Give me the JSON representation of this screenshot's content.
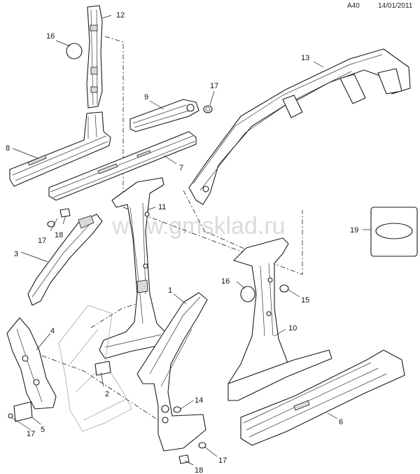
{
  "header": {
    "code": "A40",
    "date": "14/01/2011"
  },
  "watermark": "www.gmsklad.ru",
  "callouts": {
    "c1": "1",
    "c2": "2",
    "c3": "3",
    "c4": "4",
    "c5": "5",
    "c6": "6",
    "c7": "7",
    "c8": "8",
    "c9": "9",
    "c10": "10",
    "c11": "11",
    "c12": "12",
    "c13": "13",
    "c14": "14",
    "c15": "15",
    "c16a": "16",
    "c16b": "16",
    "c17a": "17",
    "c17b": "17",
    "c17c": "17",
    "c17d": "17",
    "c18a": "18",
    "c18b": "18",
    "c19": "19"
  }
}
